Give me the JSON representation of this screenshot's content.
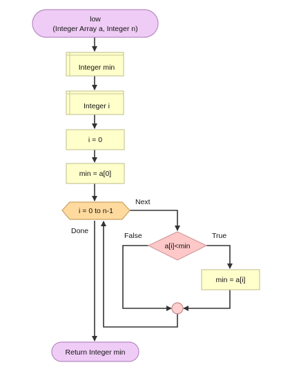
{
  "diagram": {
    "nodes": {
      "start": {
        "lines": [
          "low",
          "(Integer Array a, Integer n)"
        ],
        "shape": "terminal"
      },
      "decl_min": {
        "label": "Integer min",
        "shape": "declare"
      },
      "decl_i": {
        "label": "Integer i",
        "shape": "declare"
      },
      "assign_i": {
        "label": "i = 0",
        "shape": "assign"
      },
      "assign_min": {
        "label": "min = a[0]",
        "shape": "assign"
      },
      "loop": {
        "label": "i = 0 to n-1",
        "shape": "for-loop"
      },
      "if": {
        "label": "a[i]<min",
        "shape": "decision"
      },
      "assign_min_ai": {
        "label": "min = a[i]",
        "shape": "assign"
      },
      "join": {
        "shape": "connector"
      },
      "end": {
        "label": "Return Integer min",
        "shape": "terminal"
      }
    },
    "edge_labels": {
      "next": "Next",
      "done": "Done",
      "false": "False",
      "true": "True"
    },
    "colors": {
      "terminal_fill": "#EFCCF5",
      "terminal_stroke": "#B888C2",
      "process_fill": "#FFFFCC",
      "process_stroke": "#C8C898",
      "loop_fill": "#FFDA9E",
      "loop_stroke": "#C9A060",
      "decision_fill": "#FFC8C8",
      "decision_stroke": "#D09898",
      "connector_fill": "#FFCFCF",
      "connector_stroke": "#C08888",
      "edge": "#333333"
    }
  }
}
